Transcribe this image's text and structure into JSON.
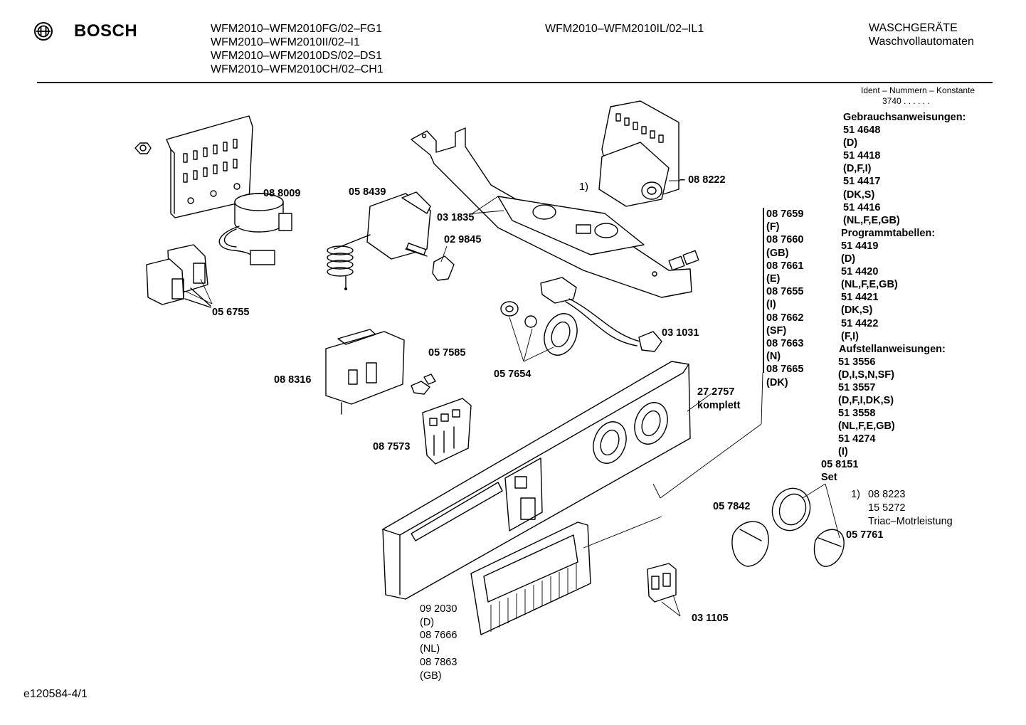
{
  "header": {
    "brand": "BOSCH",
    "models_left": [
      "WFM2010–WFM2010FG/02–FG1",
      "WFM2010–WFM2010II/02–I1",
      "WFM2010–WFM2010DS/02–DS1",
      "WFM2010–WFM2010CH/02–CH1"
    ],
    "model_middle": "WFM2010–WFM2010IL/02–IL1",
    "category_line1": "WASCHGERÄTE",
    "category_line2": "Waschvollautomaten"
  },
  "ident": {
    "label": "Ident – Nummern – Konstante",
    "value": "3740  .  .  .  .  .  ."
  },
  "documents": [
    {
      "text": "Gebrauchsanweisungen:",
      "heading": true
    },
    {
      "text": "51 4648"
    },
    {
      "text": "(D)"
    },
    {
      "text": "51 4418"
    },
    {
      "text": "(D,F,I)"
    },
    {
      "text": "51 4417"
    },
    {
      "text": "(DK,S)"
    },
    {
      "text": "51 4416"
    },
    {
      "text": "(NL,F,E,GB)"
    },
    {
      "text": "Programmtabellen:",
      "heading": true
    },
    {
      "text": "51 4419"
    },
    {
      "text": "(D)"
    },
    {
      "text": "51 4420"
    },
    {
      "text": "(NL,F,E,GB)"
    },
    {
      "text": "51 4421"
    },
    {
      "text": "(DK,S)"
    },
    {
      "text": "51 4422"
    },
    {
      "text": "(F,I)"
    },
    {
      "text": "Aufstellanweisungen:",
      "heading": true
    },
    {
      "text": "51 3556"
    },
    {
      "text": "(D,I,S,N,SF)"
    },
    {
      "text": "51 3557"
    },
    {
      "text": "(D,F,I,DK,S)"
    },
    {
      "text": "51 3558"
    },
    {
      "text": "(NL,F,E,GB)"
    },
    {
      "text": "51 4274"
    },
    {
      "text": "(I)"
    }
  ],
  "set_label": {
    "line1": "05 8151",
    "line2": "Set"
  },
  "footnote": {
    "marker": "1)",
    "lines": [
      "08 8223",
      "15 5272",
      "Triac–Motrleistung"
    ]
  },
  "footnote_marker_on_diagram": "1)",
  "country_panels": [
    "08 7659",
    "(F)",
    "08 7660",
    "(GB)",
    "08 7661",
    "(E)",
    "08 7655",
    "(I)",
    "08 7662",
    "(SF)",
    "08 7663",
    "(N)",
    "08 7665",
    "(DK)"
  ],
  "door_variants": [
    "09 2030",
    "(D)",
    "08 7666",
    "(NL)",
    "08 7863",
    "(GB)"
  ],
  "parts": {
    "p088222": "– 08 8222",
    "p088009": "08 8009",
    "p058439": "05 8439",
    "p031835": "03 1835",
    "p029845": "02 9845",
    "p056755": "05 6755",
    "p031031": "03 1031",
    "p057585": "05 7585",
    "p057654": "05 7654",
    "p088316": "08 8316",
    "p087573": "08 7573",
    "p272757a": "27 2757",
    "p272757b": "komplett",
    "p057842": "05 7842",
    "p057761": "05 7761",
    "p031105": "03 1105"
  },
  "footer": {
    "doc_id": "e120584-4/1"
  }
}
